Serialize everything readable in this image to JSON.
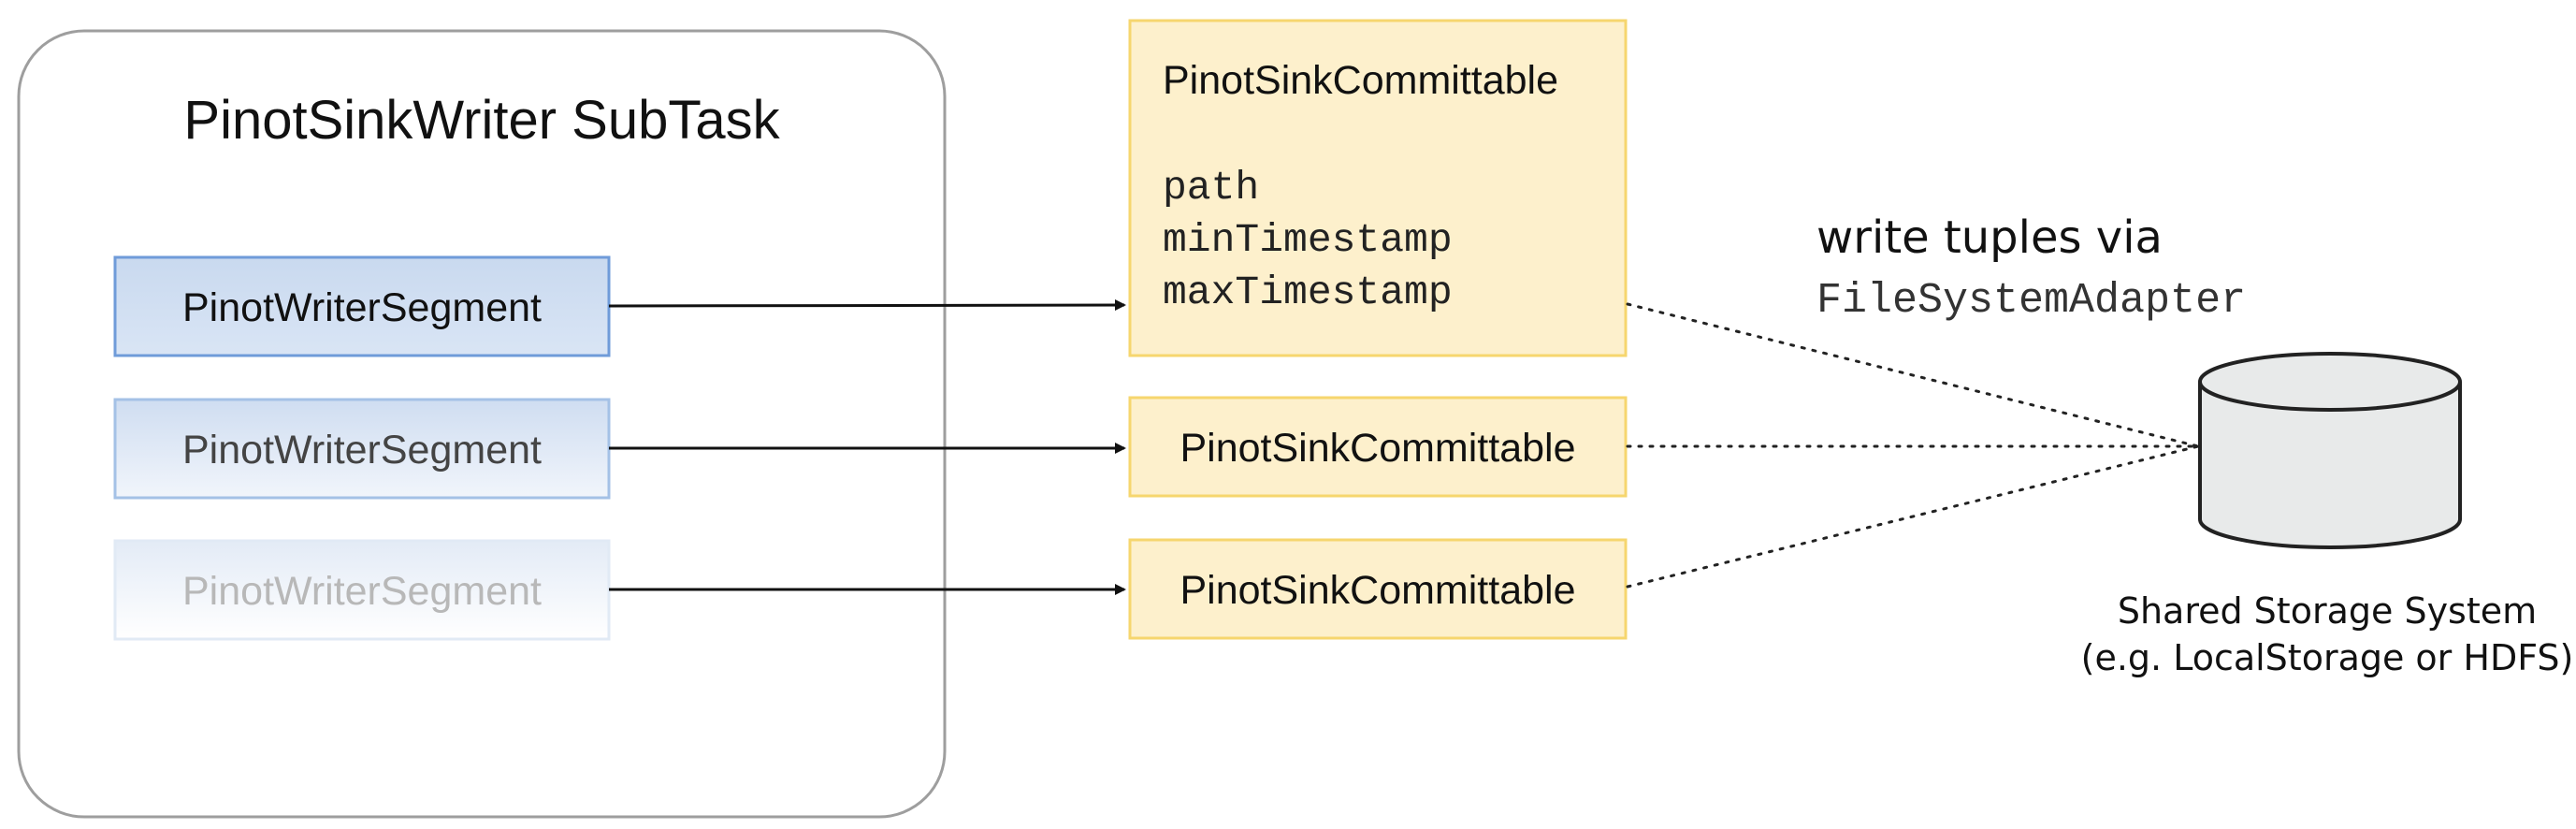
{
  "subtask": {
    "title": "PinotSinkWriter SubTask",
    "segments": [
      "PinotWriterSegment",
      "PinotWriterSegment",
      "PinotWriterSegment"
    ]
  },
  "committables": [
    {
      "title": "PinotSinkCommittable",
      "fields": [
        "path",
        "minTimestamp",
        "maxTimestamp"
      ]
    },
    {
      "title": "PinotSinkCommittable"
    },
    {
      "title": "PinotSinkCommittable"
    }
  ],
  "write_note": {
    "line1": "write tuples via",
    "line2": "FileSystemAdapter"
  },
  "storage": {
    "line1": "Shared Storage System",
    "line2": "(e.g. LocalStorage or HDFS)"
  }
}
